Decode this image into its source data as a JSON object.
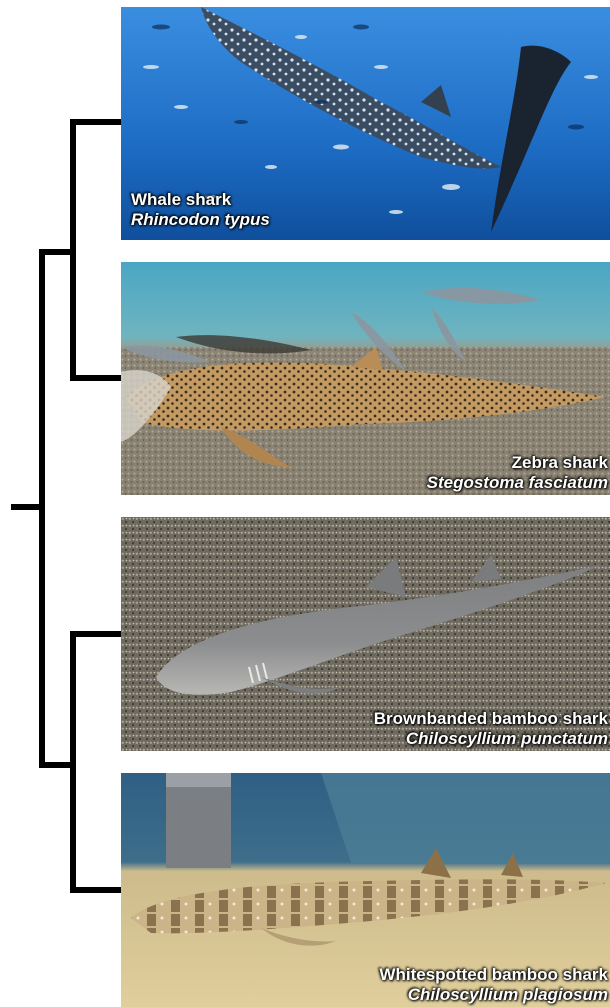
{
  "species": [
    {
      "common_name": "Whale shark",
      "scientific_name": "Rhincodon typus"
    },
    {
      "common_name": "Zebra shark",
      "scientific_name": "Stegostoma fasciatum"
    },
    {
      "common_name": "Brownbanded bamboo shark",
      "scientific_name": "Chiloscyllium punctatum"
    },
    {
      "common_name": "Whitespotted bamboo shark",
      "scientific_name": "Chiloscyllium plagiosum"
    }
  ],
  "colors": {
    "tree": "#000000",
    "label_text": "#ffffff",
    "water_blue": "#1f72c6",
    "gravel": "#8a7c68",
    "sand": "#d9c48d"
  }
}
